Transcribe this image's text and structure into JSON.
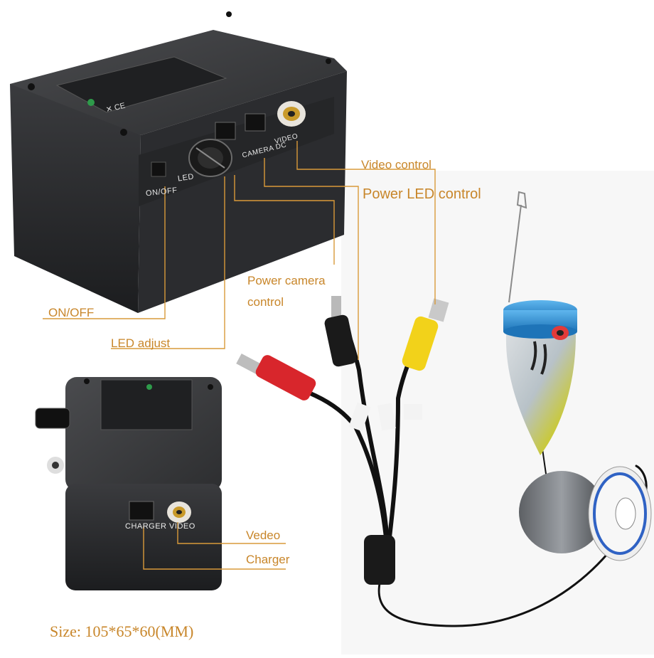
{
  "callouts": {
    "video_control": "Video control",
    "power_led_control": "Power LED control",
    "power_camera_control": "Power camera control",
    "on_off": "ON/OFF",
    "led_adjust": "LED adjust",
    "vedeo": "Vedeo",
    "charger": "Charger"
  },
  "size_caption": "Size: 105*65*60(MM)",
  "panel_labels": {
    "on_off": "ON/OFF",
    "led": "LED",
    "camera_dc": "CAMERA DC",
    "video": "VIDEO",
    "charger_video": "CHARGER VIDEO"
  },
  "colors": {
    "callout": "#c8862a",
    "leader_line": "#d99a3a",
    "box_body": "#2a2b2d",
    "rca_yellow": "#f2d21a",
    "dc_red": "#d8262c",
    "camera_blue": "#2e8fd6"
  }
}
